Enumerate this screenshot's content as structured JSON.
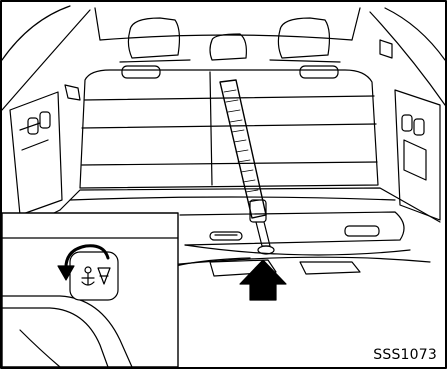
{
  "figure": {
    "code": "SSS1073"
  },
  "icons": [
    "vehicle-cargo-area-illustration",
    "third-row-seat-illustration",
    "seat-belt-strap-icon",
    "seat-belt-buckle-icon",
    "cargo-floor-slot-icon",
    "pointer-arrow-icon",
    "rotation-arrow-icon",
    "anchor-label-icon"
  ],
  "colors": {
    "line": "#000000",
    "background": "#ffffff"
  }
}
